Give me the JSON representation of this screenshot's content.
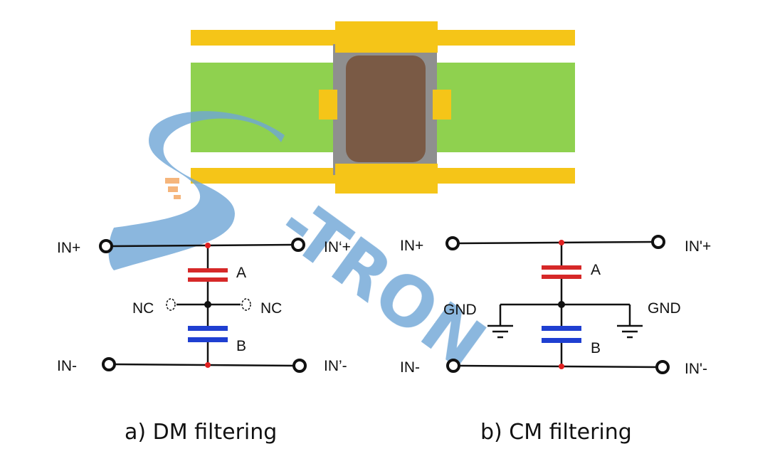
{
  "component": {
    "trace_color": "#f5c518",
    "board_color": "#8fd14f",
    "body_color": "#7a5a45",
    "frame_color": "#8f8f8f"
  },
  "watermark": {
    "text": "-TRON",
    "letter": "S",
    "color": "#6fa6d6",
    "accent_color": "#f3a35a"
  },
  "circuit_dm": {
    "in_plus": "IN+",
    "out_plus": "IN‘+",
    "in_minus": "IN-",
    "out_minus": "IN’-",
    "cap_a": "A",
    "cap_b": "B",
    "nc_left": "NC",
    "nc_right": "NC",
    "caption": "a) DM filtering"
  },
  "circuit_cm": {
    "in_plus": "IN+",
    "out_plus": "IN'+",
    "in_minus": "IN-",
    "out_minus": "IN'-",
    "cap_a": "A",
    "cap_b": "B",
    "gnd_left": "GND",
    "gnd_right": "GND",
    "caption": "b) CM filtering"
  },
  "colors": {
    "cap_a": "#d62828",
    "cap_b": "#1f3fd1",
    "node": "#e02020",
    "wire": "#111111"
  }
}
